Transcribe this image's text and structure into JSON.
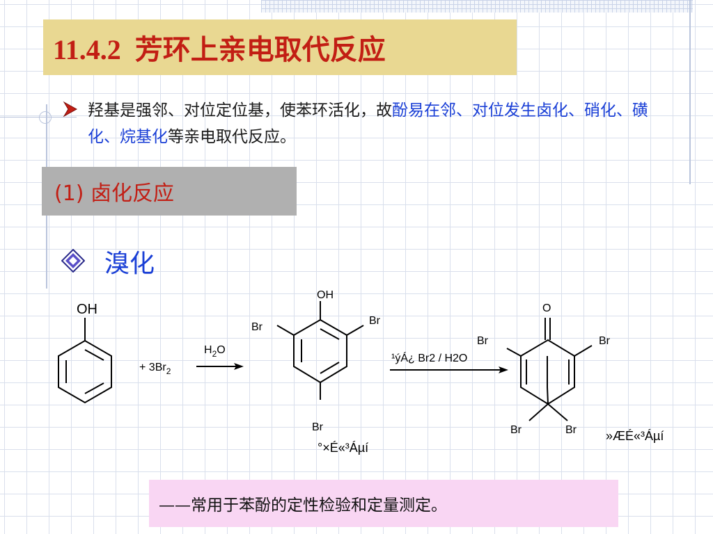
{
  "title": "11.4.2  芳环上亲电取代反应",
  "intro": {
    "part1": "羟基是强邻、对位定位基，使苯环活化，故",
    "part2_blue": "酚易在邻、对位发生卤化、硝化、磺化、烷基化",
    "part3": "等亲电取代反应。"
  },
  "section": {
    "label": "(1) 卤化反应"
  },
  "subheading": "溴化",
  "reaction": {
    "phenol_label": "OH",
    "reagent": "+ 3Br",
    "reagent_sub": "2",
    "condition1_main": "H",
    "condition1_sub": "2",
    "condition1_end": "O",
    "tbp_oh": "OH",
    "br_left": "Br",
    "br_right": "Br",
    "br_bottom": "Br",
    "tbp_name": "°×É«³Áµí",
    "condition2": "¹ýÁ¿ Br2 / H2O",
    "ketone_o": "O",
    "k_br_left": "Br",
    "k_br_right": "Br",
    "k_br_bottom_left": "Br",
    "k_br_bottom_right": "Br",
    "ketone_name": "»ÆÉ«³Áµí"
  },
  "note": "——常用于苯酚的定性检验和定量测定。",
  "colors": {
    "title_red": "#c21e14",
    "blue_text": "#1a3fd6",
    "title_bg": "#e9d892",
    "section_bg": "#b0b0b0",
    "note_bg": "#f9d6f3"
  }
}
